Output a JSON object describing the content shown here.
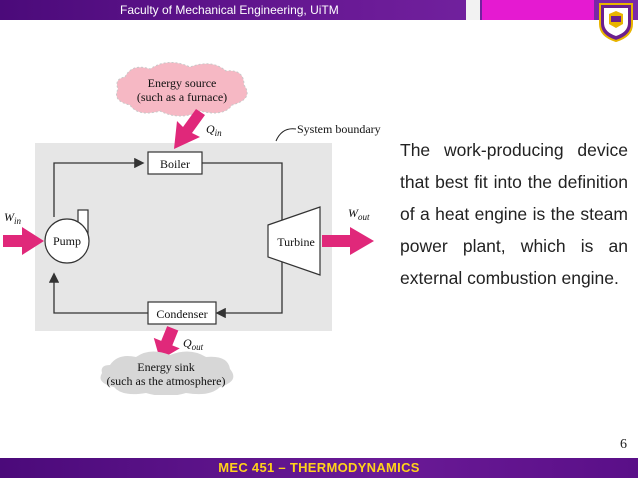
{
  "header": {
    "title": "Faculty of Mechanical Engineering, UiTM"
  },
  "diagram": {
    "energy_source": [
      "Energy source",
      "(such as a furnace)"
    ],
    "system_boundary": "System boundary",
    "boiler": "Boiler",
    "pump": "Pump",
    "turbine": "Turbine",
    "condenser": "Condenser",
    "energy_sink": [
      "Energy sink",
      "(such as the atmosphere)"
    ],
    "q_in": {
      "sym": "Q",
      "sub": "in"
    },
    "q_out": {
      "sym": "Q",
      "sub": "out"
    },
    "w_in": {
      "sym": "W",
      "sub": "in"
    },
    "w_out": {
      "sym": "W",
      "sub": "out"
    }
  },
  "body_text": "The work-producing device that best fit into the definition of a heat engine is the steam power plant, which is an external combustion engine.",
  "page_number": "6",
  "footer": {
    "course": "MEC 451 – THERMODYNAMICS"
  },
  "colors": {
    "band": "#5a1088",
    "accent": "#e51ad1",
    "arrow": "#e0287a",
    "cloud": "#f6b8c4",
    "boundary": "#e6e6e6",
    "course_text": "#ffd21a"
  }
}
